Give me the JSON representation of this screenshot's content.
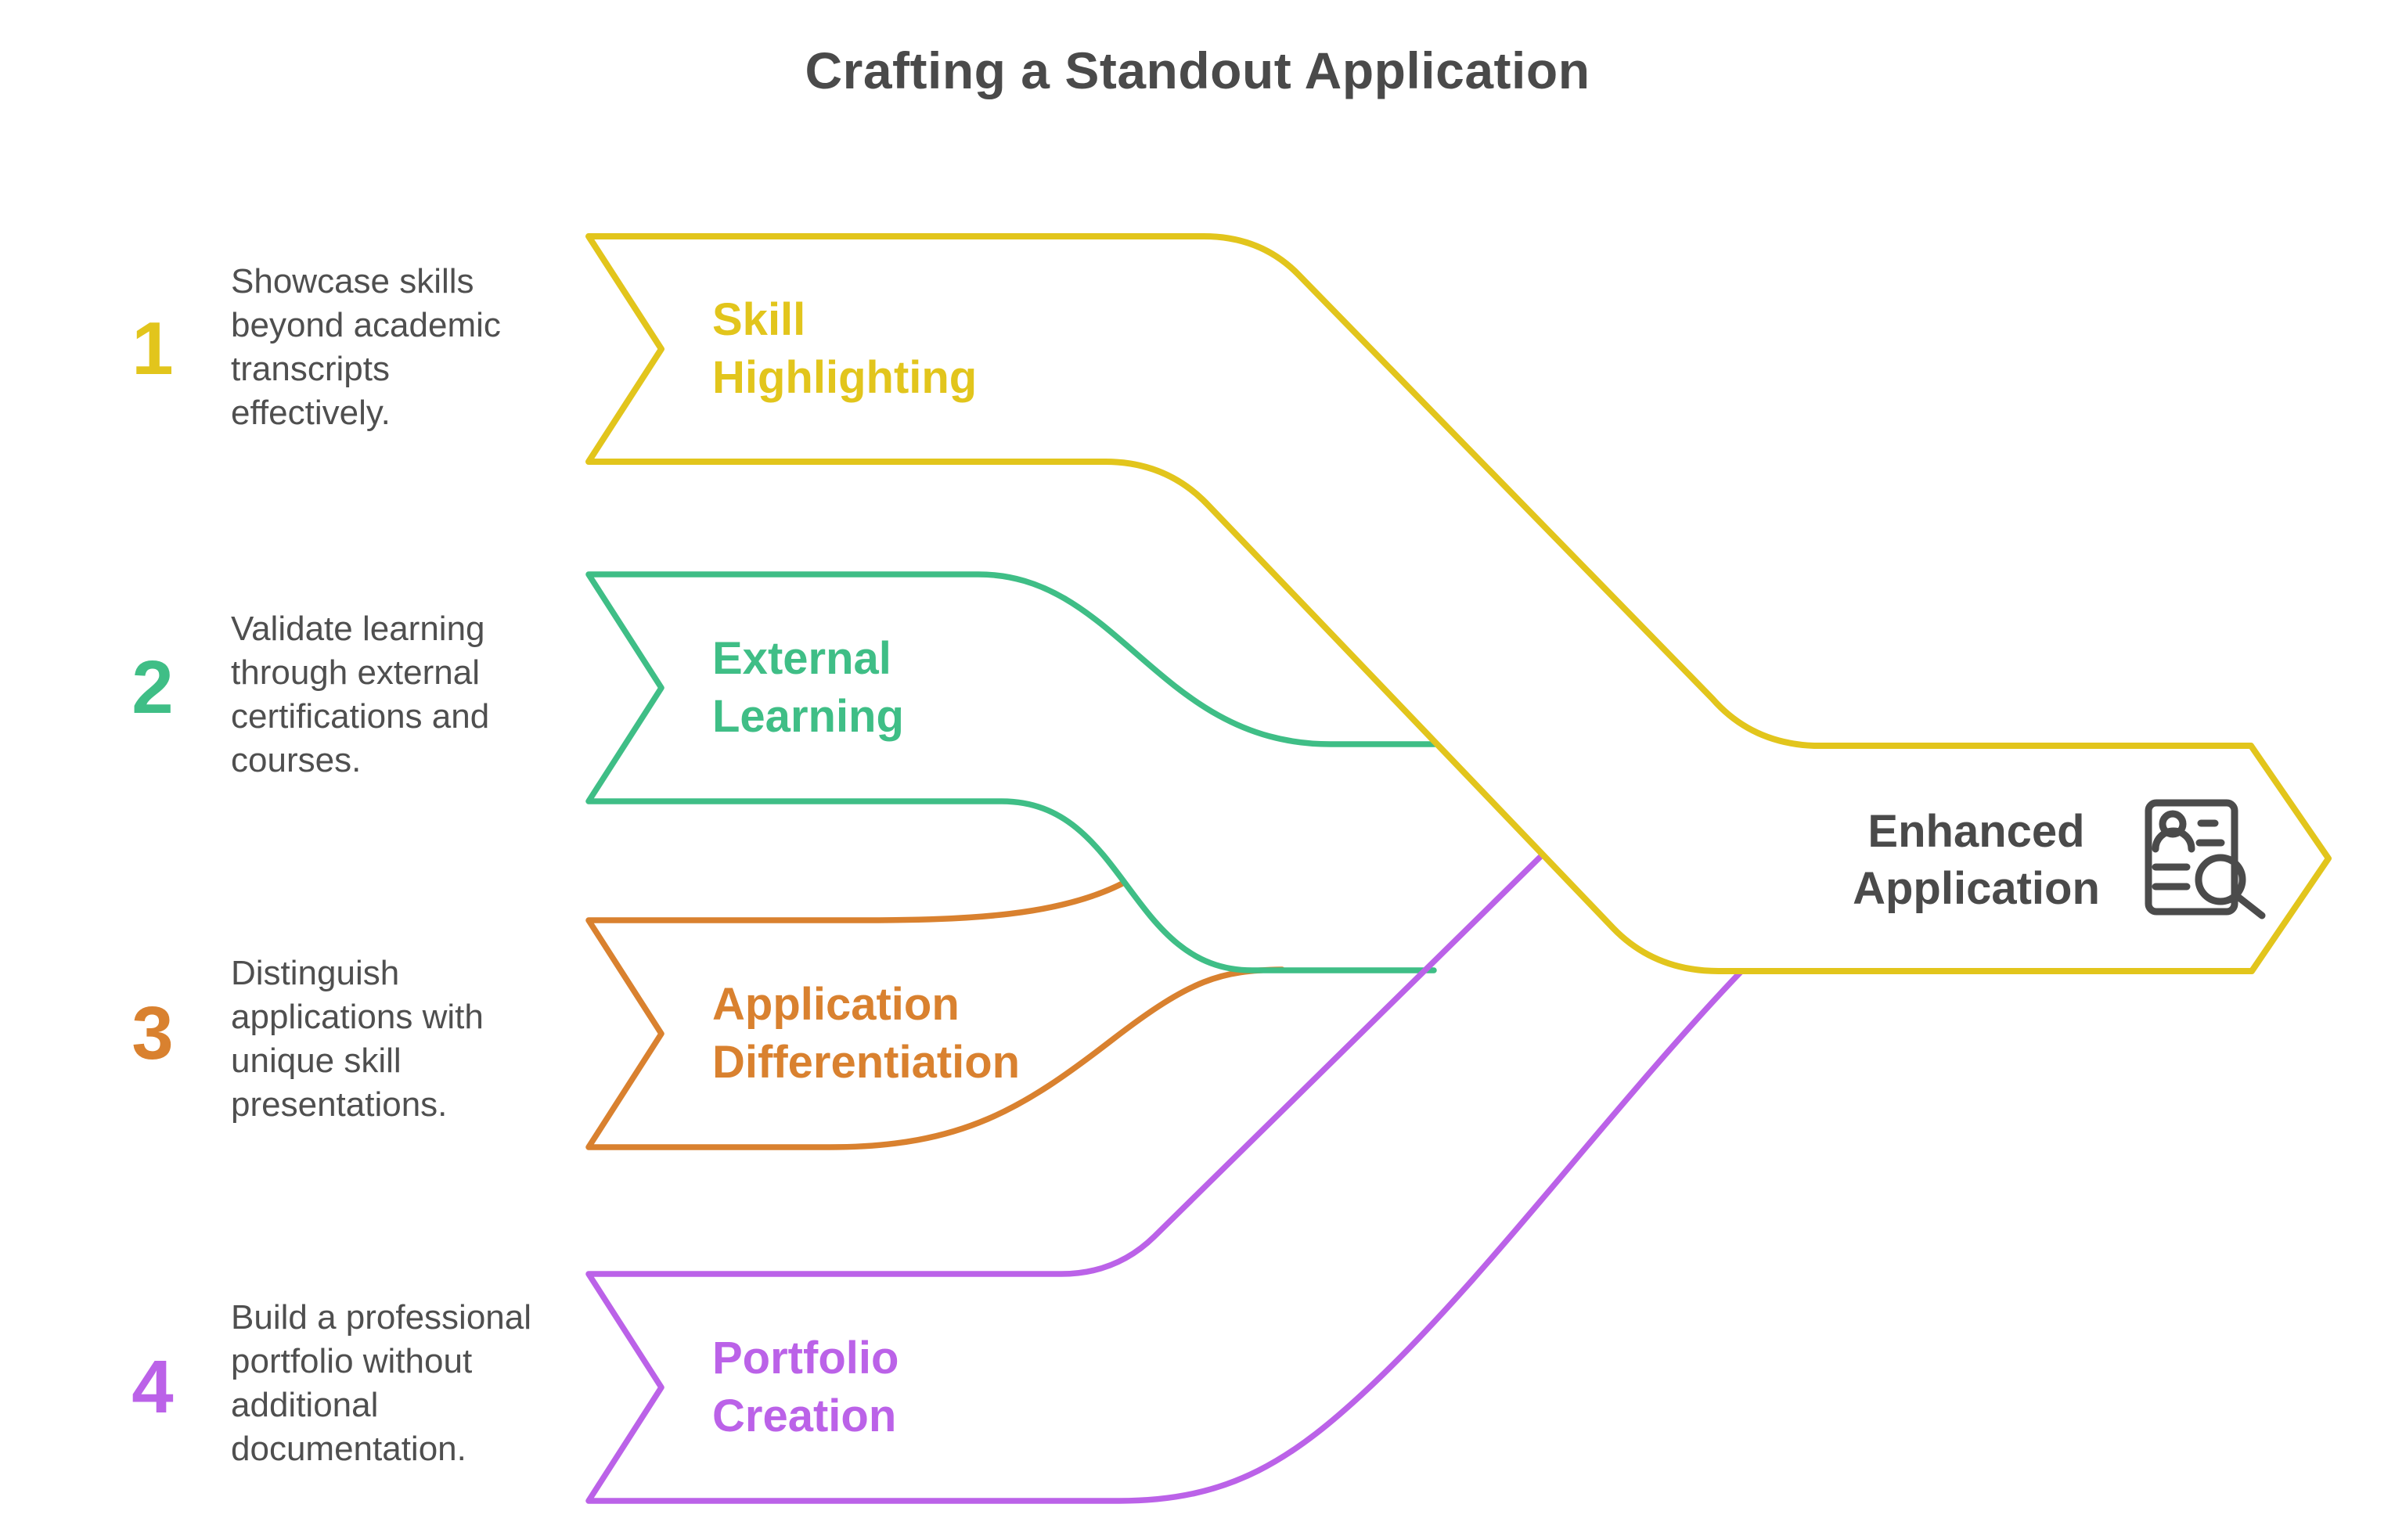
{
  "title": "Crafting a Standout Application",
  "colors": {
    "yellow": "#e2c51c",
    "green": "#3fbe86",
    "orange": "#d9812f",
    "purple": "#bb62e8",
    "heading": "#4a4a4a",
    "body_text": "#4f4f4f",
    "icon": "#4b4b4b"
  },
  "steps": [
    {
      "number": "1",
      "label_lines": [
        "Skill",
        "Highlighting"
      ],
      "desc_lines": [
        "Showcase skills",
        "beyond academic",
        "transcripts",
        "effectively."
      ]
    },
    {
      "number": "2",
      "label_lines": [
        "External",
        "Learning"
      ],
      "desc_lines": [
        "Validate learning",
        "through external",
        "certifications and",
        "courses."
      ]
    },
    {
      "number": "3",
      "label_lines": [
        "Application",
        "Differentiation"
      ],
      "desc_lines": [
        "Distinguish",
        "applications with",
        "unique skill",
        "presentations."
      ]
    },
    {
      "number": "4",
      "label_lines": [
        "Portfolio",
        "Creation"
      ],
      "desc_lines": [
        "Build a professional",
        "portfolio without",
        "additional",
        "documentation."
      ]
    }
  ],
  "result": {
    "label_lines": [
      "Enhanced",
      "Application"
    ],
    "icon": "resume-search-icon"
  }
}
